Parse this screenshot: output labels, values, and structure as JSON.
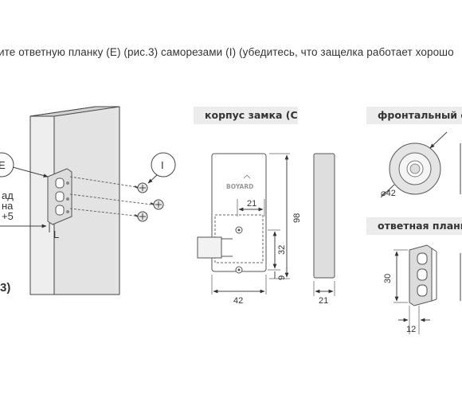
{
  "instruction": "ите ответную планку (E) (рис.3) саморезами (I) (убедитесь, что защелка работает хорошо",
  "labels": {
    "lock_body": "корпус замка (С)",
    "front_panel": "фронтальный сч",
    "strike_plate": "ответная планка"
  },
  "callouts": {
    "strike": "E",
    "screws": "I",
    "gap": "L",
    "figure": "3)"
  },
  "side_note": [
    "ад",
    "на",
    "+5"
  ],
  "logo": "BOYARD",
  "dimensions": {
    "lock_width": "42",
    "lock_height": "98",
    "hole_spacing_h": "21",
    "hole_spacing_v": "32",
    "hole_offset": "9",
    "lock_depth": "21",
    "front_diameter": "⌀42",
    "strike_height": "30",
    "strike_depth": "12"
  }
}
